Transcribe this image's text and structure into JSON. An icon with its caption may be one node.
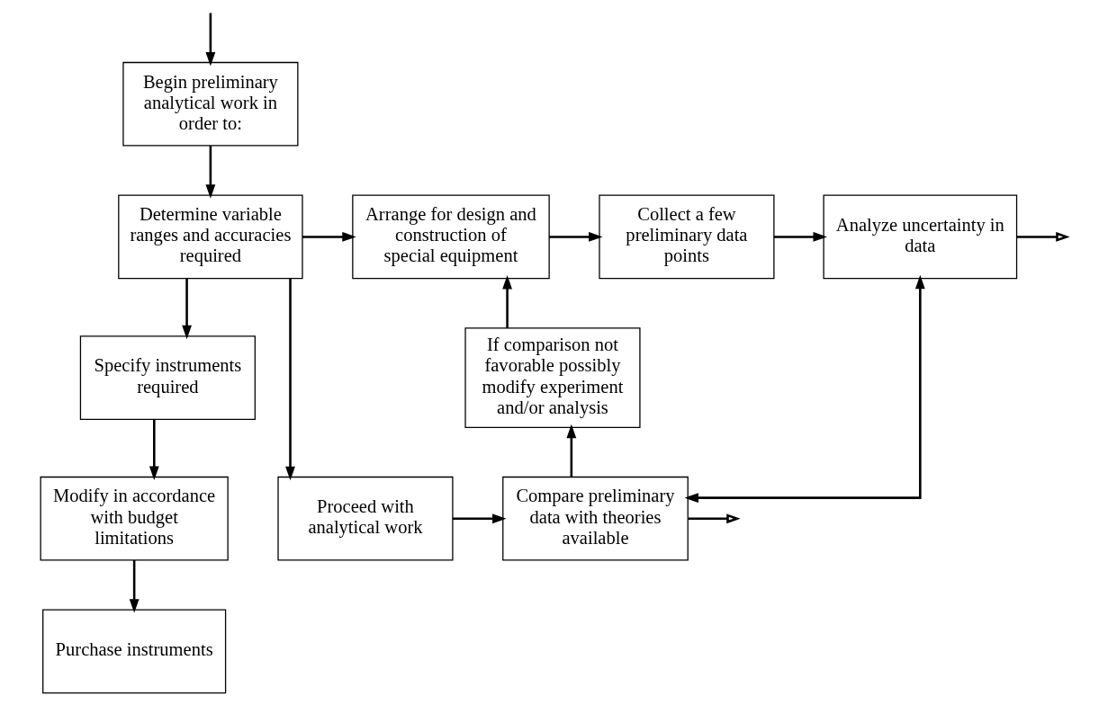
{
  "diagram": {
    "nodes": [
      {
        "text": [
          "Begin preliminary analytical work in order to:"
        ]
      },
      {
        "text": [
          "Determine variable ranges and accuracies required"
        ]
      },
      {
        "text": [
          "Specify instruments required"
        ]
      },
      {
        "text": [
          "Modify in accordance with budget limitations"
        ]
      },
      {
        "text": [
          "Purchase instruments"
        ]
      },
      {
        "text": [
          "Arrange for design and construction of special equipment"
        ]
      },
      {
        "text": [
          "Collect a few preliminary data points"
        ]
      },
      {
        "text": [
          "Analyze uncertainty in data"
        ]
      },
      {
        "text": [
          "If comparison not favorable possibly modify experiment and/or analysis"
        ]
      },
      {
        "text": [
          "Proceed with analytical work"
        ]
      },
      {
        "text": [
          "Compare preliminary data with theories available"
        ]
      }
    ],
    "edges": [
      {
        "from": null,
        "to": 0,
        "arrow": "to"
      },
      {
        "from": 0,
        "to": 1,
        "arrow": "to"
      },
      {
        "from": 1,
        "to": 2,
        "arrow": "to"
      },
      {
        "from": 2,
        "to": 3,
        "arrow": "to"
      },
      {
        "from": 3,
        "to": 4,
        "arrow": "to"
      },
      {
        "from": 1,
        "to": 5,
        "arrow": "to"
      },
      {
        "from": 1,
        "to": 9,
        "arrow": "to"
      },
      {
        "from": 5,
        "to": 6,
        "arrow": "to"
      },
      {
        "from": 6,
        "to": 7,
        "arrow": "to"
      },
      {
        "from": 7,
        "to": null,
        "arrow": "to"
      },
      {
        "from": 7,
        "to": 10,
        "arrow": "both"
      },
      {
        "from": 10,
        "to": 8,
        "arrow": "to"
      },
      {
        "from": 8,
        "to": 5,
        "arrow": "to"
      },
      {
        "from": 9,
        "to": 10,
        "arrow": "to"
      },
      {
        "from": 10,
        "to": null,
        "arrow": "to"
      }
    ]
  }
}
